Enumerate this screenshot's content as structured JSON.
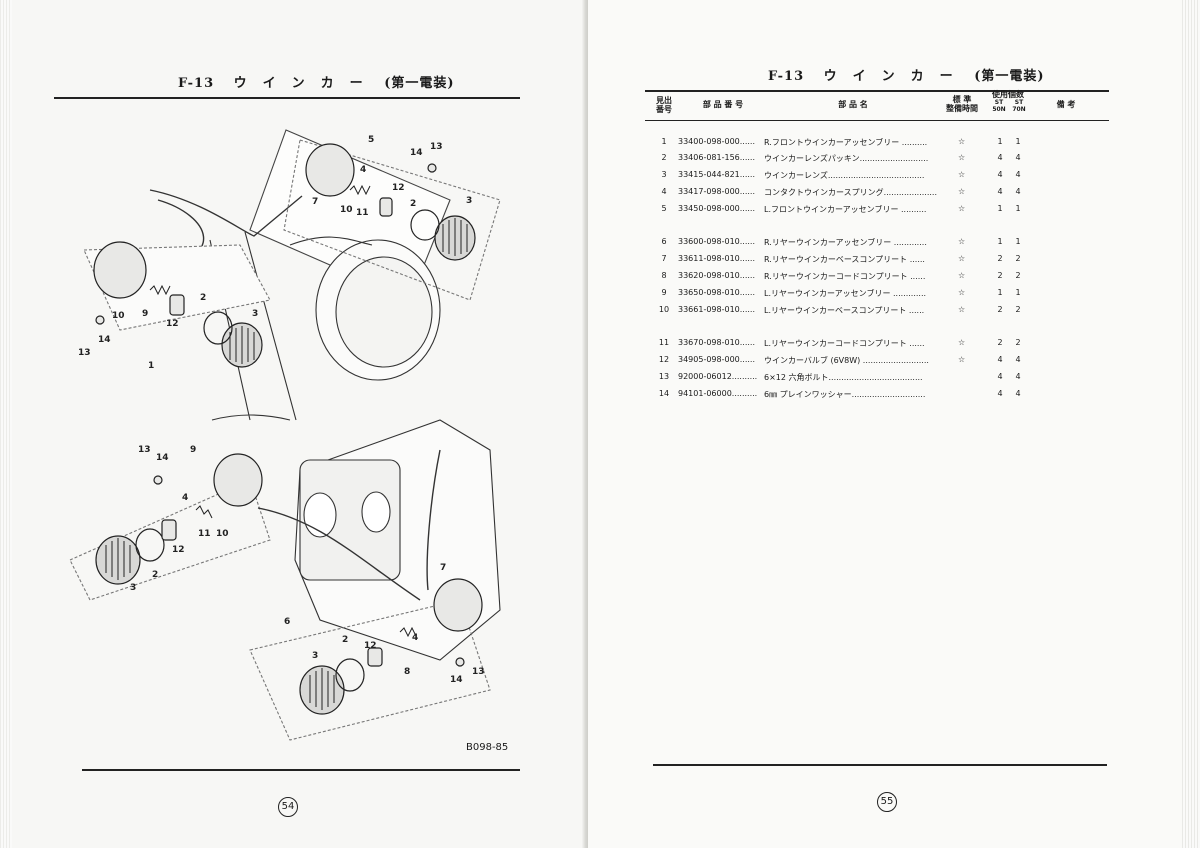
{
  "left_page": {
    "title_code": "F-13",
    "title_kana": "ウインカー",
    "title_suffix": "(第一電装)",
    "figure_code": "B098-85",
    "page_number": "54",
    "callouts": [
      "1",
      "2",
      "3",
      "4",
      "5",
      "6",
      "7",
      "8",
      "9",
      "10",
      "11",
      "12",
      "13",
      "14"
    ]
  },
  "right_page": {
    "title_code": "F-13",
    "title_kana": "ウインカー",
    "title_suffix": "(第一電装)",
    "page_number": "55",
    "headers": {
      "ref_no": "見出\n番号",
      "part_no": "部 品 番 号",
      "part_name": "部     品     名",
      "std_time": "標 準\n整備時間",
      "qty": "使用個数",
      "qty_50": "ST\n50N",
      "qty_70": "ST\n70N",
      "remarks": "備     考"
    },
    "parts": [
      {
        "no": "1",
        "part": "33400-098-000......",
        "name": "R.フロントウインカーアッセンブリー ..........",
        "std": "☆",
        "q50": "1",
        "q70": "1"
      },
      {
        "no": "2",
        "part": "33406-081-156......",
        "name": "ウインカーレンズパッキン...........................",
        "std": "☆",
        "q50": "4",
        "q70": "4"
      },
      {
        "no": "3",
        "part": "33415-044-821......",
        "name": "ウインカーレンズ......................................",
        "std": "☆",
        "q50": "4",
        "q70": "4"
      },
      {
        "no": "4",
        "part": "33417-098-000......",
        "name": "コンタクトウインカースプリング.....................",
        "std": "☆",
        "q50": "4",
        "q70": "4"
      },
      {
        "no": "5",
        "part": "33450-098-000......",
        "name": "L.フロントウインカーアッセンブリー ..........",
        "std": "☆",
        "q50": "1",
        "q70": "1"
      },
      {
        "no": "6",
        "part": "33600-098-010......",
        "name": "R.リヤーウインカーアッセンブリー .............",
        "std": "☆",
        "q50": "1",
        "q70": "1"
      },
      {
        "no": "7",
        "part": "33611-098-010......",
        "name": "R.リヤーウインカーベースコンプリート ......",
        "std": "☆",
        "q50": "2",
        "q70": "2"
      },
      {
        "no": "8",
        "part": "33620-098-010......",
        "name": "R.リヤーウインカーコードコンプリート ......",
        "std": "☆",
        "q50": "2",
        "q70": "2"
      },
      {
        "no": "9",
        "part": "33650-098-010......",
        "name": "L.リヤーウインカーアッセンブリー .............",
        "std": "☆",
        "q50": "1",
        "q70": "1"
      },
      {
        "no": "10",
        "part": "33661-098-010......",
        "name": "L.リヤーウインカーベースコンプリート ......",
        "std": "☆",
        "q50": "2",
        "q70": "2"
      },
      {
        "no": "11",
        "part": "33670-098-010......",
        "name": "L.リヤーウインカーコードコンプリート ......",
        "std": "☆",
        "q50": "2",
        "q70": "2"
      },
      {
        "no": "12",
        "part": "34905-098-000......",
        "name": "ウインカーバルブ (6V8W) ..........................",
        "std": "☆",
        "q50": "4",
        "q70": "4"
      },
      {
        "no": "13",
        "part": "92000-06012..........",
        "name": "6×12 六角ボルト.....................................",
        "std": "",
        "q50": "4",
        "q70": "4"
      },
      {
        "no": "14",
        "part": "94101-06000..........",
        "name": "6㎜ プレインワッシャー.............................",
        "std": "",
        "q50": "4",
        "q70": "4"
      }
    ]
  }
}
